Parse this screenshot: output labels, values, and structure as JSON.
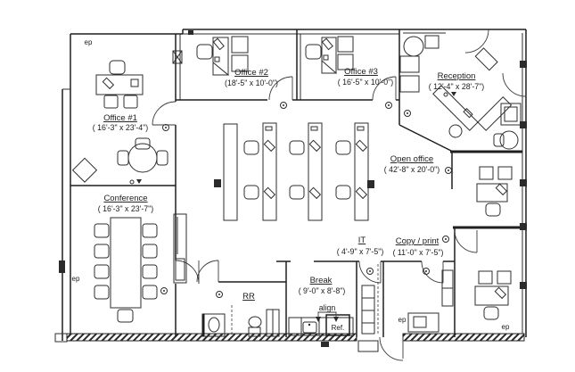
{
  "plan": {
    "rooms": [
      {
        "name": "Office #1",
        "dims": "( 16'-3\" x 23'-4\")"
      },
      {
        "name": "Office #2",
        "dims": "(18'-5\" x 10'-0\")"
      },
      {
        "name": "Office #3",
        "dims": "( 16'-5\" x 10'-0\")"
      },
      {
        "name": "Reception",
        "dims": "( 12'-4\" x 28'-7\")"
      },
      {
        "name": "Open office",
        "dims": "( 42'-8\" x 20'-0\")"
      },
      {
        "name": "Conference",
        "dims": "( 16'-3\" x 23'-7\")"
      },
      {
        "name": "IT",
        "dims": "( 4'-9\" x 7'-5\")"
      },
      {
        "name": "Copy / print",
        "dims": "( 11'-0\" x 7'-5\")"
      },
      {
        "name": "Break",
        "dims": "( 9'-0\" x 8'-8\")"
      },
      {
        "name": "RR",
        "dims": ""
      }
    ],
    "annotations": {
      "align": "align",
      "refrigerator": "Ref.",
      "electrical_panel": "ep"
    },
    "colors": {
      "line": "#2e2e2e",
      "background": "#ffffff"
    }
  }
}
